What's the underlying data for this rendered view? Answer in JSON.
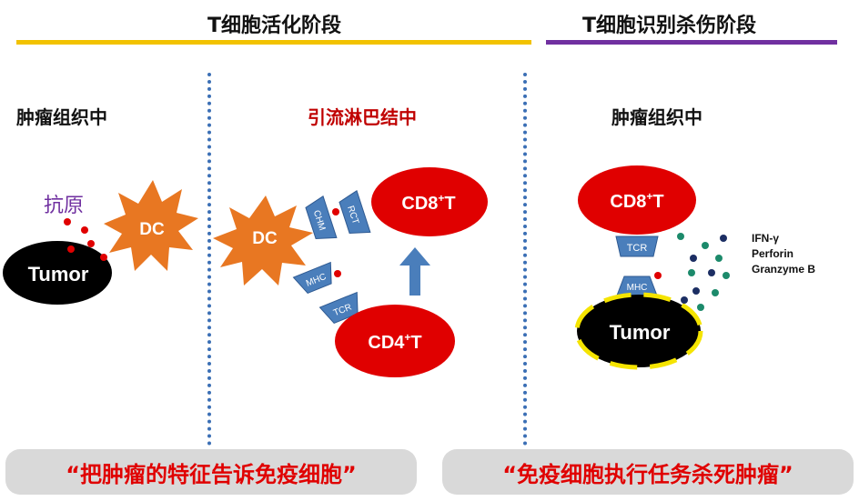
{
  "headers": {
    "activation": "T细胞活化阶段",
    "recognition": "T细胞识别杀伤阶段"
  },
  "sections": {
    "left": "肿瘤组织中",
    "middle": "引流淋巴结中",
    "right": "肿瘤组织中"
  },
  "labels": {
    "antigen": "抗原",
    "tumor_left": "Tumor",
    "dc_left": "DC",
    "dc_middle": "DC",
    "cd8_middle_main": "CD8",
    "cd8_middle_sup": "+",
    "cd8_middle_t": "T",
    "cd4_main": "CD4",
    "cd4_sup": "+",
    "cd4_t": "T",
    "chm": "CHM",
    "rct": "RCT",
    "mhc_middle": "MHC",
    "tcr_middle": "TCR",
    "cd8_right_main": "CD8",
    "cd8_right_sup": "+",
    "cd8_right_t": "T",
    "tcr_right": "TCR",
    "mhc_right": "MHC",
    "tumor_right": "Tumor",
    "cytokine_1": "IFN-γ",
    "cytokine_2": "Perforin",
    "cytokine_3": "Granzyme B"
  },
  "captions": {
    "left": "“把肿瘤的特征告诉免疫细胞”",
    "right": "“免疫细胞执行任务杀死肿瘤”"
  },
  "colors": {
    "activation_bar": "#f2c200",
    "recognition_bar": "#7030a0",
    "dc": "#e87722",
    "t_cell": "#e00000",
    "receptor": "#4a7ebb",
    "tumor": "#000000",
    "tumor_outline": "#f5e400",
    "caption_text": "#e00000",
    "antigen_text": "#7030a0"
  }
}
